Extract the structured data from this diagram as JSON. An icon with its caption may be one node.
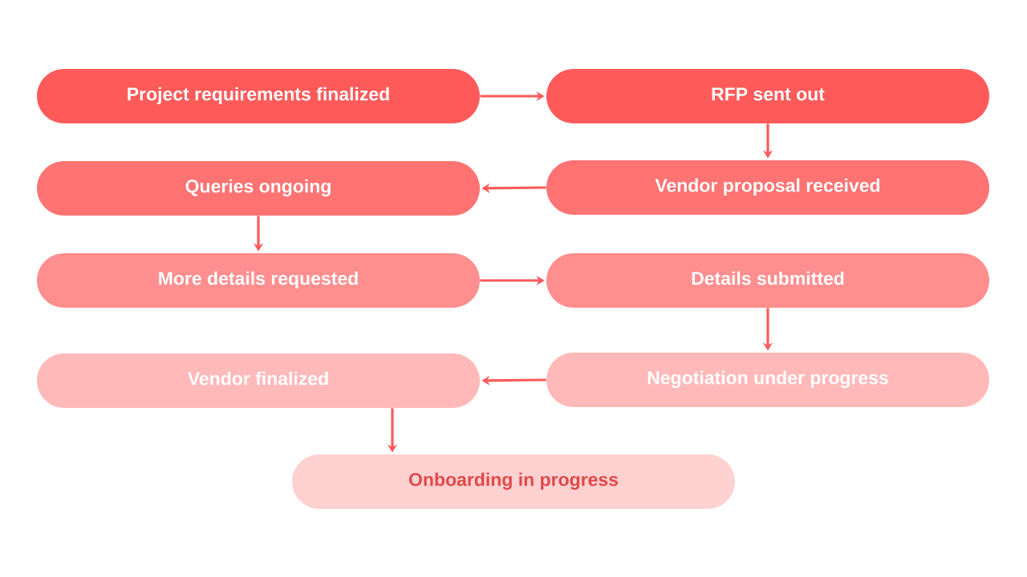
{
  "diagram": {
    "nodes": [
      {
        "text": [
          "Project requirements finalized"
        ]
      },
      {
        "text": [
          "RFP sent out"
        ]
      },
      {
        "text": [
          "Queries ongoing"
        ]
      },
      {
        "text": [
          "Vendor proposal received"
        ]
      },
      {
        "text": [
          "More details requested"
        ]
      },
      {
        "text": [
          "Details submitted"
        ]
      },
      {
        "text": [
          "Vendor finalized"
        ]
      },
      {
        "text": [
          "Negotiation under progress"
        ]
      },
      {
        "text": [
          "Onboarding in progress"
        ]
      }
    ],
    "edges": [
      {
        "from": 0,
        "to": 1,
        "arrow": "to"
      },
      {
        "from": 1,
        "to": 3,
        "arrow": "to"
      },
      {
        "from": 3,
        "to": 2,
        "arrow": "to"
      },
      {
        "from": 2,
        "to": 4,
        "arrow": "to"
      },
      {
        "from": 4,
        "to": 5,
        "arrow": "to"
      },
      {
        "from": 5,
        "to": 7,
        "arrow": "to"
      },
      {
        "from": 7,
        "to": 6,
        "arrow": "to"
      },
      {
        "from": 6,
        "to": 8,
        "arrow": "to"
      }
    ]
  }
}
